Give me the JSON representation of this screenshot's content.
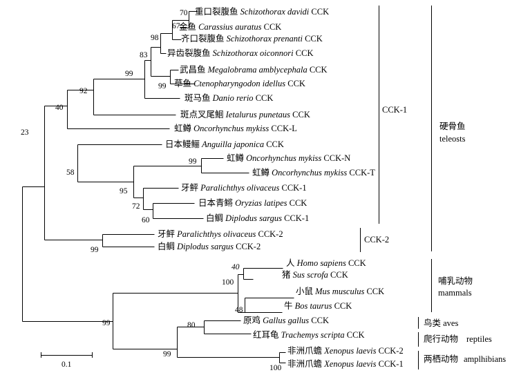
{
  "tree": {
    "leaves": [
      {
        "cn": "重口裂腹鱼",
        "sci": "Schizothorax davidi",
        "suffix": "CCK"
      },
      {
        "cn": "金鱼",
        "sci": "Carassius auratus",
        "suffix": "CCK"
      },
      {
        "cn": "齐口裂腹鱼",
        "sci": "Schizothorax prenanti",
        "suffix": "CCK"
      },
      {
        "cn": "异齿裂腹鱼",
        "sci": "Schizothorax oiconnori",
        "suffix": "CCK"
      },
      {
        "cn": "武昌鱼",
        "sci": "Megalobrama amblycephala",
        "suffix": "CCK"
      },
      {
        "cn": "草鱼",
        "sci": "Ctenopharyngodon idellus",
        "suffix": "CCK"
      },
      {
        "cn": "斑马鱼",
        "sci": "Danio rerio",
        "suffix": "CCK"
      },
      {
        "cn": "斑点叉尾鮰",
        "sci": "Ietalurus punetaus",
        "suffix": "CCK"
      },
      {
        "cn": "虹鳟",
        "sci": "Oncorhynchus mykiss",
        "suffix": "CCK-L"
      },
      {
        "cn": "日本鳗鲡",
        "sci": "Anguilla japonica",
        "suffix": "CCK"
      },
      {
        "cn": "虹鳟",
        "sci": "Oncorhynchus mykiss",
        "suffix": "CCK-N"
      },
      {
        "cn": "虹鳟",
        "sci": "Oncorhynchus mykiss",
        "suffix": "CCK-T"
      },
      {
        "cn": "牙鲆",
        "sci": "Paralichthys olivaceus",
        "suffix": "CCK-1"
      },
      {
        "cn": "日本青鳉",
        "sci": "Oryzias latipes",
        "suffix": "CCK"
      },
      {
        "cn": "白鲷",
        "sci": "Diplodus sargus",
        "suffix": "CCK-1"
      },
      {
        "cn": "牙鲆",
        "sci": "Paralichthys olivaceus",
        "suffix": "CCK-2"
      },
      {
        "cn": "白鲷",
        "sci": "Diplodus sargus",
        "suffix": "CCK-2"
      },
      {
        "cn": "人",
        "sci": "Homo sapiens",
        "suffix": "CCK"
      },
      {
        "cn": "猪",
        "sci": "Sus scrofa",
        "suffix": "CCK"
      },
      {
        "cn": "小鼠",
        "sci": "Mus musculus",
        "suffix": "CCK"
      },
      {
        "cn": "牛",
        "sci": "Bos taurus",
        "suffix": "CCK"
      },
      {
        "cn": "原鸡",
        "sci": "Gallus gallus",
        "suffix": "CCK"
      },
      {
        "cn": "红耳龟",
        "sci": "Trachemys scripta",
        "suffix": "CCK"
      },
      {
        "cn": "非洲爪蟾",
        "sci": "Xenopus laevis",
        "suffix": "CCK-2"
      },
      {
        "cn": "非洲爪蟾",
        "sci": "Xenopus laevis",
        "suffix": "CCK-1"
      }
    ],
    "bootstrap": [
      "70",
      "67",
      "98",
      "83",
      "99",
      "92",
      "99",
      "40",
      "23",
      "99",
      "58",
      "72",
      "95",
      "60",
      "99",
      "40",
      "100",
      "48",
      "99",
      "80",
      "99",
      "100"
    ],
    "groups": {
      "cck1": "CCK-1",
      "cck2": "CCK-2",
      "teleosts_cn": "硬骨鱼",
      "teleosts_en": "teleosts",
      "mammals_cn": "哺乳动物",
      "mammals_en": "mammals",
      "aves": "鸟类 aves",
      "reptiles_cn": "爬行动物",
      "reptiles_en": "reptiles",
      "amphibians_cn": "两栖动物",
      "amphibians_en": "amplhibians"
    },
    "scale_label": "0.1"
  }
}
